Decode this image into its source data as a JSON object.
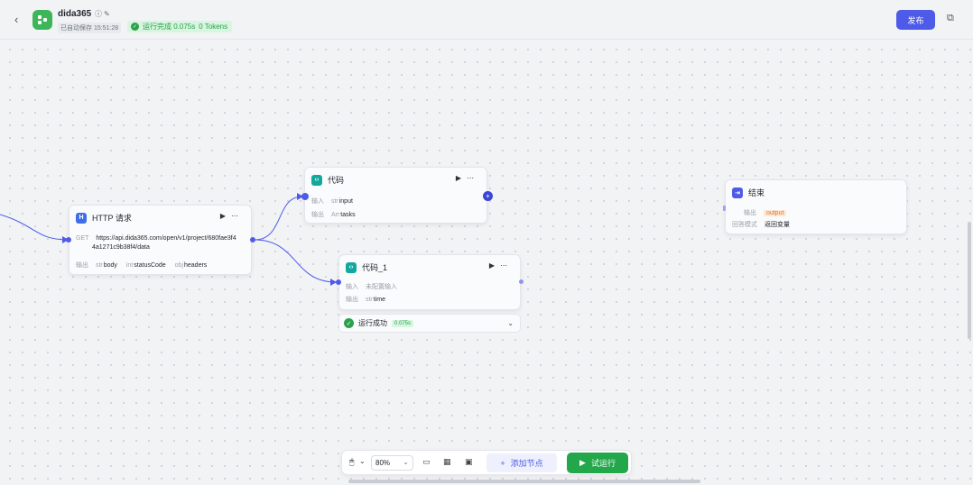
{
  "header": {
    "app_name": "dida365",
    "saved_text": "已自动保存 15:51:28",
    "run_status": "运行完成 0.075s",
    "tokens": "0 Tokens",
    "publish_label": "发布"
  },
  "nodes": {
    "http": {
      "title": "HTTP 请求",
      "method": "GET",
      "url_line1": "https://api.dida365.com/open/v1/project/680fae3f4",
      "url_line2": "4a1271c9b38f4/data",
      "output_label": "输出",
      "outputs": [
        {
          "type": "str",
          "name": "body"
        },
        {
          "type": "int",
          "name": "statusCode"
        },
        {
          "type": "obj",
          "name": "headers"
        }
      ]
    },
    "code": {
      "title": "代码",
      "input_label": "输入",
      "input_type": "str",
      "input_name": "input",
      "output_label": "输出",
      "output_type": "Arr",
      "output_name": "tasks"
    },
    "code1": {
      "title": "代码_1",
      "input_label": "输入",
      "input_value": "未配置输入",
      "output_label": "输出",
      "output_type": "str",
      "output_name": "time"
    },
    "end": {
      "title": "结束",
      "output_label": "输出",
      "output_var": "output",
      "answer_label": "回答模式",
      "answer_value": "返回变量"
    }
  },
  "run_result": {
    "label": "运行成功",
    "time": "0.075s"
  },
  "toolbar": {
    "zoom": "80%",
    "add_node": "添加节点",
    "test_run": "试运行"
  },
  "colors": {
    "accent": "#4e5be8",
    "success": "#22a74a",
    "app_icon": "#3cb658"
  }
}
